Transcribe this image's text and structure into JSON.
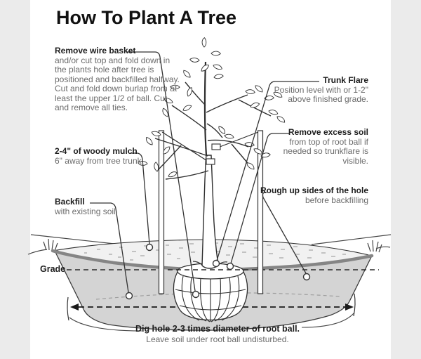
{
  "title": "How To Plant A Tree",
  "annotations": {
    "remove_wire_basket": {
      "heading": "Remove wire basket",
      "body": "and/or cut top and fold down in the plants hole after tree is positioned and backfilled halfway. Cut and fold down burlap from at least the upper 1/2 of ball. Cut and remove all ties."
    },
    "woody_mulch": {
      "heading": "2-4\" of woody mulch",
      "body": "6\" away from tree trunk."
    },
    "backfill": {
      "heading": "Backfill",
      "body": "with existing soil."
    },
    "trunk_flare": {
      "heading": "Trunk Flare",
      "body": "Position level with or 1-2\" above finished grade."
    },
    "remove_excess_soil": {
      "heading": "Remove excess soil",
      "body": "from top of root ball if needed so trunkflare is visible."
    },
    "rough_up_sides": {
      "heading": "Rough up sides of the hole",
      "body": "before backfilling"
    },
    "grade_label": "Grade",
    "dig_hole": {
      "heading": "Dig hole 2-3 times diameter of root ball.",
      "body": "Leave soil under root ball undisturbed."
    }
  },
  "colors": {
    "background": "#ffffff",
    "side_band": "#ebebeb",
    "soil_fill": "#d4d4d4",
    "mulch_fill": "#f1f1f1",
    "mulch_band": "#858585",
    "outline": "#2e2e2e",
    "heading_text": "#1c1c1c",
    "body_text": "#6b6b6b"
  }
}
